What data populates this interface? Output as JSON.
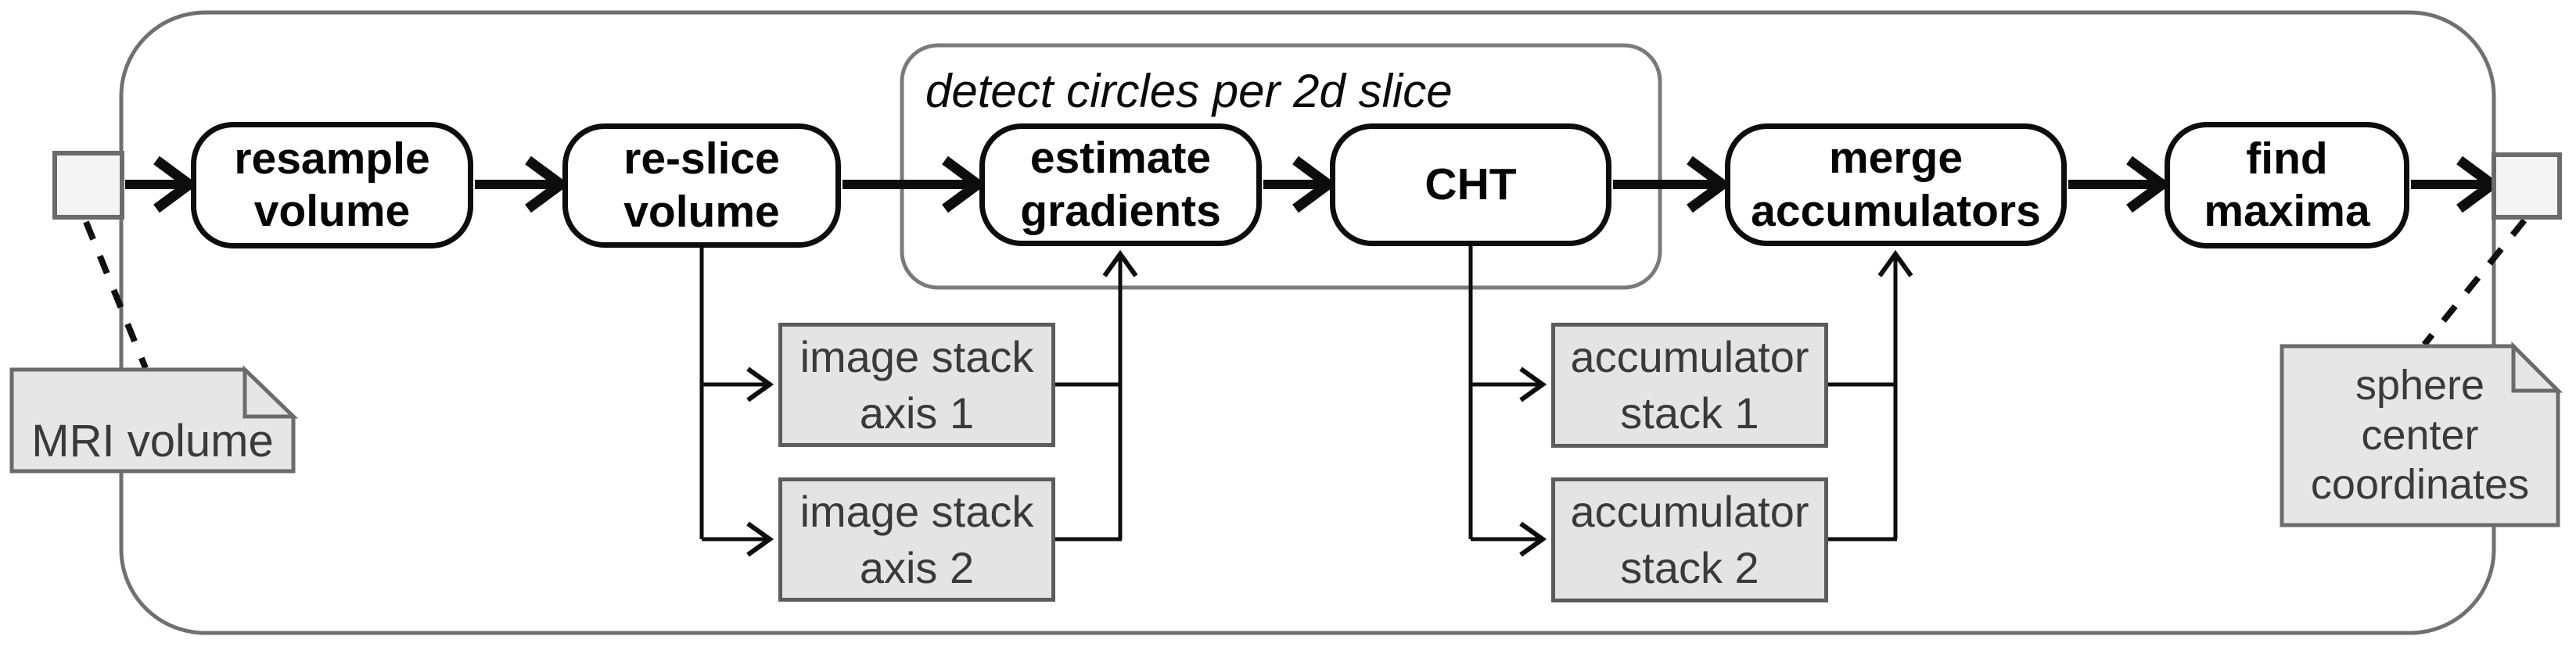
{
  "diagram": {
    "title": "sphere detection pipeline flowchart",
    "nodes": {
      "resample": {
        "label": "resample\nvolume"
      },
      "reslice": {
        "label": "re-slice\nvolume"
      },
      "estimate": {
        "label": "estimate\ngradients"
      },
      "cht": {
        "label": "CHT"
      },
      "merge": {
        "label": "merge\naccumulators"
      },
      "find": {
        "label": "find\nmaxima"
      }
    },
    "group": {
      "label": "detect circles per 2d slice"
    },
    "stacks": {
      "image1": {
        "label": "image stack\naxis 1"
      },
      "image2": {
        "label": "image stack\naxis 2"
      },
      "accum1": {
        "label": "accumulator\nstack 1"
      },
      "accum2": {
        "label": "accumulator\nstack 2"
      }
    },
    "notes": {
      "input": {
        "label": "MRI volume"
      },
      "output": {
        "label": "sphere\ncenter\ncoordinates"
      }
    },
    "colors": {
      "node_border": "#0d0d0d",
      "flow_line": "#0d0d0d",
      "frame_border": "#707070",
      "group_border": "#7a7a7a",
      "box_fill": "#e4e4e4",
      "box_border": "#5c5c5c",
      "note_fill": "#e6e6e6",
      "note_border": "#6b6b6b",
      "port_fill": "#f4f4f4",
      "text_dark": "#3a3a3a"
    }
  }
}
